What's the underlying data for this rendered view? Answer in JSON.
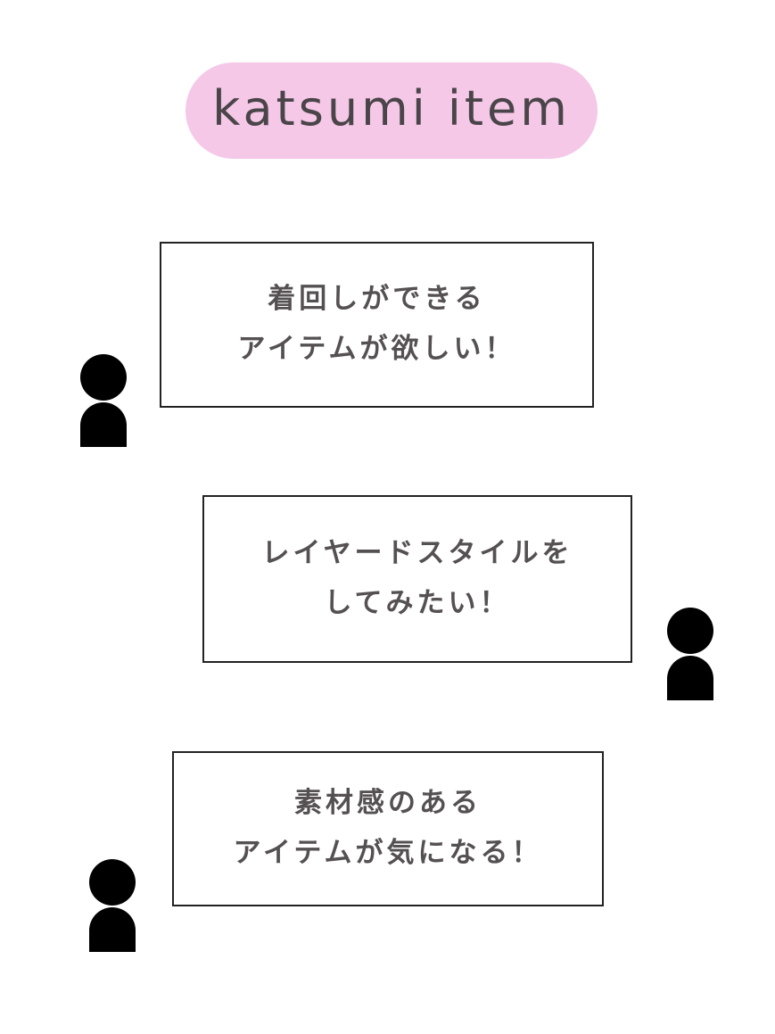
{
  "header": {
    "title": "katsumi item",
    "pill_color": "#f5c8e8"
  },
  "bubbles": [
    {
      "line1": "着回しができる",
      "line2": "アイテムが欲しい！",
      "icon": "person-icon",
      "icon_side": "left"
    },
    {
      "line1": "レイヤードスタイルを",
      "line2": "してみたい！",
      "icon": "person-icon",
      "icon_side": "right"
    },
    {
      "line1": "素材感のある",
      "line2": "アイテムが気になる！",
      "icon": "person-icon",
      "icon_side": "left"
    }
  ]
}
